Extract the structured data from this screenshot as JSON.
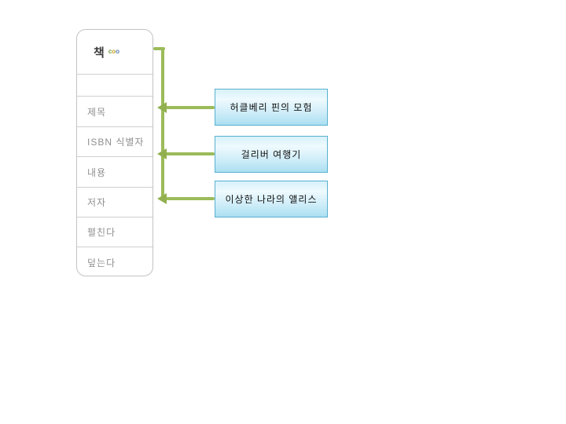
{
  "diagram": {
    "class_box": {
      "title": "책",
      "badge": [
        "c",
        "o",
        "o"
      ],
      "rows": [
        "",
        "제목",
        "ISBN 식별자",
        "내용",
        "저자",
        "펼친다",
        "덮는다"
      ]
    },
    "instances": [
      "허클베리 핀의 모험",
      "걸리버 여행기",
      "이상한 나라의 앨리스"
    ],
    "colors": {
      "connector_green": "#9bbb59",
      "arrowhead_green": "#92b050",
      "instance_border": "#58b0d0",
      "instance_fill_top": "#d7f1fa",
      "instance_fill_bottom": "#abdff2",
      "class_border": "#c3c3c3",
      "row_text": "#8f8f8f",
      "title_text": "#3d3d3d"
    }
  }
}
